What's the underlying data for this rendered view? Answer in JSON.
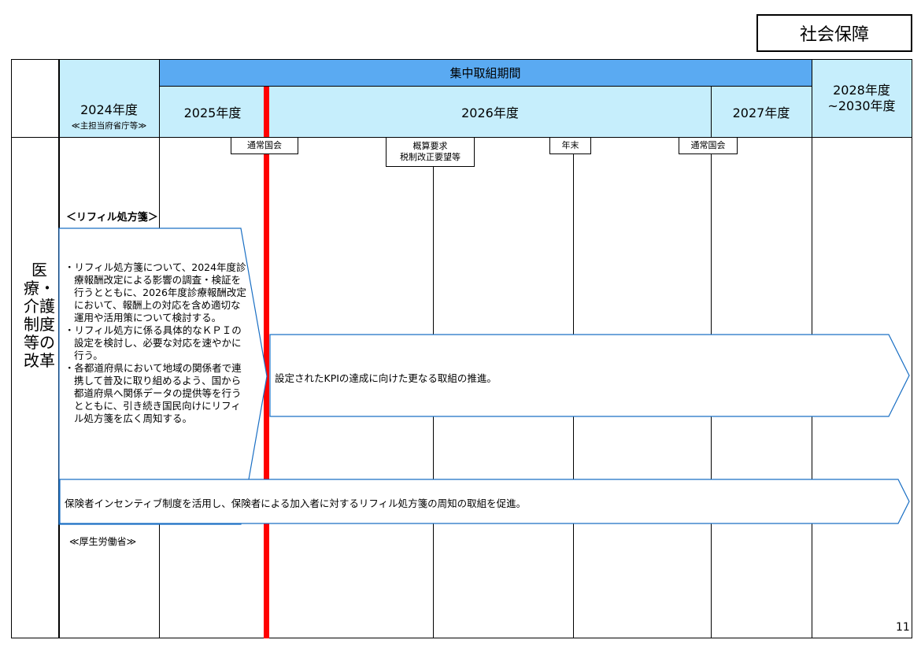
{
  "badge": "社会保障",
  "header": {
    "row_label_col": "2024年度",
    "row_label_sub": "≪主担当府省庁等≫",
    "period": "集中取組期間",
    "year_2025": "2025年度",
    "year_2026": "2026年度",
    "year_2027": "2027年度",
    "year_2028": "2028年度\n~2030年度"
  },
  "markers": {
    "m1": "通常国会",
    "m2_line1": "概算要求",
    "m2_line2": "税制改正要望等",
    "m3": "年末",
    "m4": "通常国会"
  },
  "section_label": "医療・介護制度等の改革",
  "refill": {
    "heading": "＜リフィル処方箋＞",
    "bullets": [
      "・リフィル処方箋について、2024年度診療報酬改定による影響の調査・検証を行うとともに、2026年度診療報酬改定において、報酬上の対応を含め適切な運用や活用策について検討する。",
      "・リフィル処方に係る具体的なＫＰＩの設定を検討し、必要な対応を速やかに行う。",
      "・各都道府県において地域の関係者で連携して普及に取り組めるよう、国から都道府県へ関係データの提供等を行うとともに、引き続き国民向けにリフィル処方箋を広く周知する。"
    ],
    "ministry": "≪厚生労働省≫"
  },
  "arrows": {
    "kpi": "設定されたKPIの達成に向けた更なる取組の推進。",
    "insurer": "保険者インセンティブ制度を活用し、保険者による加入者に対するリフィル処方箋の周知の取組を促進。"
  },
  "page_number": "11",
  "colors": {
    "header_light": "#c6eefc",
    "header_period": "#5aaaf2",
    "redline": "#ff0000",
    "arrow_border": "#1a6fc4"
  }
}
